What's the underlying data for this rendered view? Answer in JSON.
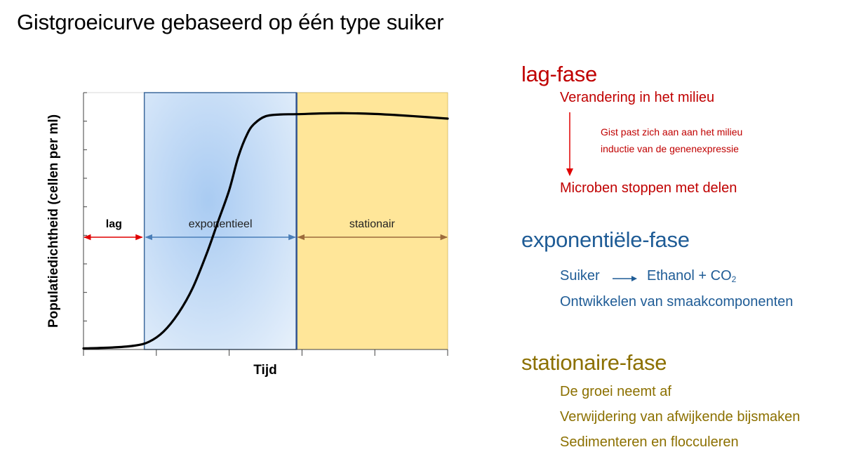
{
  "title": "Gistgroeicurve gebaseerd op één type suiker",
  "chart_data": {
    "type": "line",
    "xlabel": "Tijd",
    "ylabel": "Populatiedichtheid (cellen per ml)",
    "xlim": [
      0,
      100
    ],
    "ylim": [
      0,
      100
    ],
    "phases": [
      {
        "label": "lag",
        "start": 0,
        "end": 16.7
      },
      {
        "label": "exponentieel",
        "start": 16.7,
        "end": 58.5
      },
      {
        "label": "stationair",
        "start": 58.5,
        "end": 100
      }
    ],
    "series": [
      {
        "x": [
          0,
          8,
          14,
          18,
          22,
          26,
          30,
          34,
          37,
          40,
          42.5,
          45,
          47,
          50,
          54,
          58.5,
          65,
          72,
          80,
          90,
          100
        ],
        "values": [
          0.4,
          0.8,
          1.5,
          3,
          7,
          14,
          24,
          38,
          50,
          62,
          75,
          84,
          88,
          90.8,
          91.5,
          91.6,
          91.9,
          92,
          91.7,
          90.9,
          89.9
        ]
      }
    ]
  },
  "colors": {
    "lag": "#c00000",
    "exponential": "#1f5c96",
    "stationary": "#8c7000",
    "stationary_fill": "#ffe699",
    "exponential_fill": "#c6dcf5"
  },
  "lag_phase": {
    "heading": "lag-fase",
    "line1": "Verandering in het milieu",
    "note1": "Gist past zich aan aan het milieu",
    "note2": "inductie van de genenexpressie",
    "line2": "Microben stoppen met delen"
  },
  "exp_phase": {
    "heading": "exponentiële-fase",
    "reactant": "Suiker",
    "product": "Ethanol + CO",
    "product_sub": "2",
    "line2": "Ontwikkelen van smaakcomponenten"
  },
  "stat_phase": {
    "heading": "stationaire-fase",
    "line1": "De groei neemt af",
    "line2": "Verwijdering van afwijkende bijsmaken",
    "line3": "Sedimenteren en flocculeren"
  }
}
